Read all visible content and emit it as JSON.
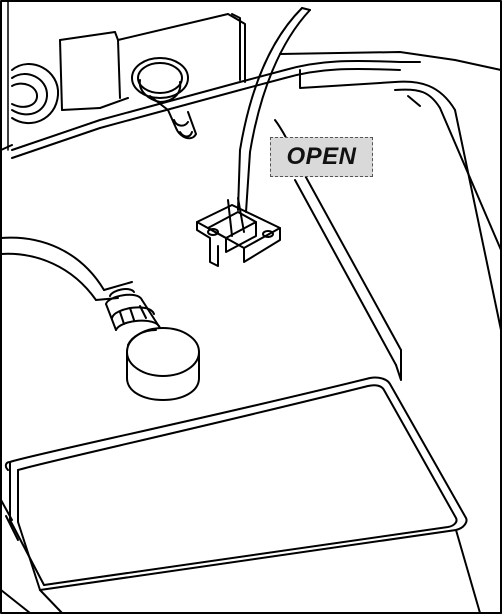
{
  "figure": {
    "callout_label": "OPEN",
    "components": [
      "hose",
      "hose-end-cap",
      "drain-fitting",
      "float-wire",
      "switch-clip",
      "tray",
      "tank-panel"
    ]
  },
  "colors": {
    "line": "#000000",
    "callout_fill": "#d9d9d9",
    "callout_border": "#555555"
  }
}
